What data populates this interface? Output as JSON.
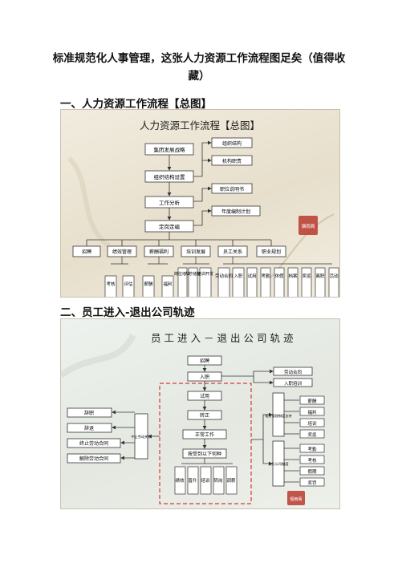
{
  "doc": {
    "title": "标准规范化人事管理，这张人力资源工作流程图足矣（值得收藏）",
    "section1": "一、人力资源工作流程【总图】",
    "section2": "二、员工进入-退出公司轨迹"
  },
  "fig1": {
    "title": "人力资源工作流程【总图】",
    "main": [
      "集团发展战略",
      "组织结构设置",
      "工作分析",
      "定岗定编"
    ],
    "side": [
      "组织结构",
      "机构职责",
      "职位说明书",
      "年度编制计划"
    ],
    "branches": [
      "招聘",
      "绩效管理",
      "薪酬福利",
      "培训发展",
      "员工关系",
      "职业规划"
    ],
    "leaves": [
      "考核",
      "评估",
      "薪酬",
      "福利",
      "岗位培训",
      "人才储备",
      "培训开发",
      "劳动合同",
      "入职",
      "试用",
      "考勤",
      "休假",
      "档案",
      "奖惩",
      "离职",
      "活动"
    ],
    "stamp": "烟雨阁"
  },
  "fig2": {
    "title": "员工进入－退出公司轨迹",
    "flow": [
      "招聘",
      "入职",
      "试用",
      "转正",
      "正常工作"
    ],
    "right_top": [
      "劳动合同",
      "入职培训"
    ],
    "periodic": "按受到以下何种",
    "periodic_items": [
      "绩效",
      "晋升",
      "培训",
      "转岗",
      "调薪"
    ],
    "left": [
      "辞职",
      "辞退",
      "终止劳动合同",
      "解除劳动合同"
    ],
    "exit_box": "中止劳动关系",
    "support": "相关管理制度支持",
    "support_items": [
      "薪酬",
      "福利",
      "培训",
      "奖惩"
    ],
    "exec": "执行公司制度",
    "exec_items": [
      "考勤",
      "考核",
      "假期",
      "奖罚"
    ],
    "stamp": "烟雨阁"
  }
}
